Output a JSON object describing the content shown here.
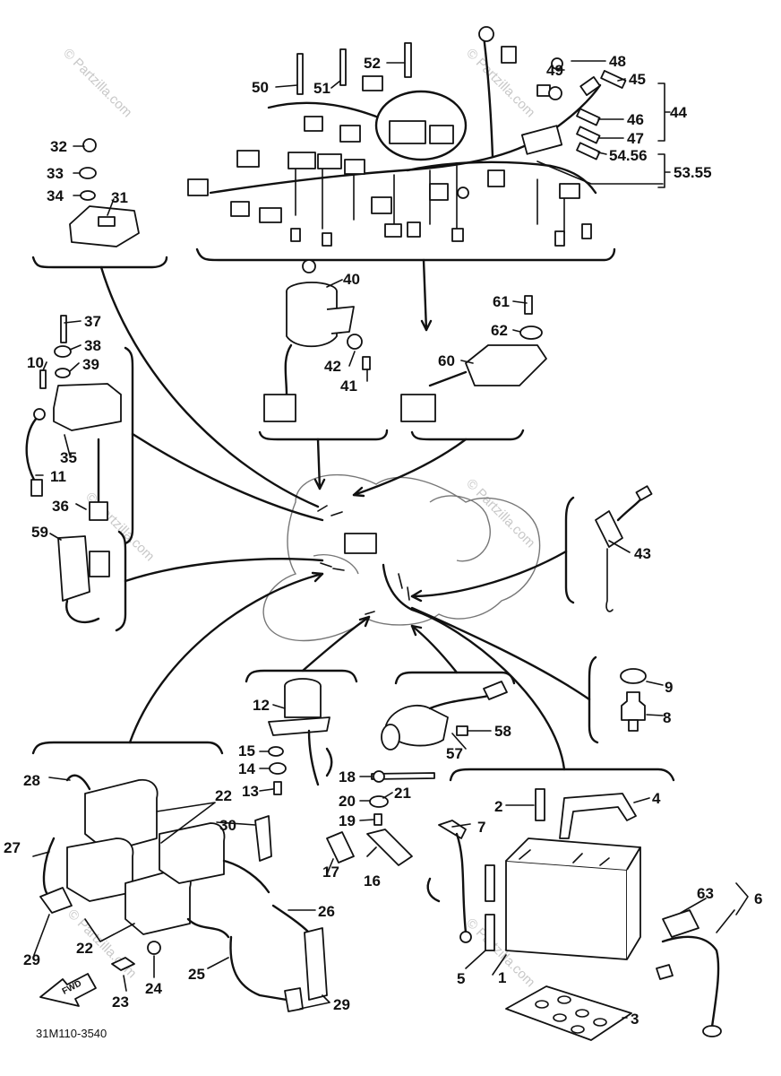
{
  "diagram": {
    "drawing_code": "31M110-3540",
    "forward_marker": "FWD",
    "watermark": "© Partzilla.com",
    "callouts": {
      "p1": "1",
      "p2": "2",
      "p3": "3",
      "p4": "4",
      "p5": "5",
      "p6": "6",
      "p7": "7",
      "p8": "8",
      "p9": "9",
      "p10": "10",
      "p11": "11",
      "p12": "12",
      "p13": "13",
      "p14": "14",
      "p15": "15",
      "p16": "16",
      "p17": "17",
      "p18": "18",
      "p19": "19",
      "p20": "20",
      "p21": "21",
      "p22a": "22",
      "p22b": "22",
      "p23": "23",
      "p24": "24",
      "p25": "25",
      "p26": "26",
      "p27": "27",
      "p28": "28",
      "p29a": "29",
      "p29b": "29",
      "p30": "30",
      "p31": "31",
      "p32": "32",
      "p33": "33",
      "p34": "34",
      "p35": "35",
      "p36": "36",
      "p37": "37",
      "p38": "38",
      "p39": "39",
      "p40": "40",
      "p41": "41",
      "p42": "42",
      "p43": "43",
      "p44": "44",
      "p45": "45",
      "p46": "46",
      "p47": "47",
      "p48": "48",
      "p49": "49",
      "p50": "50",
      "p51": "51",
      "p52": "52",
      "p53_55": "53.55",
      "p54_56": "54.56",
      "p57": "57",
      "p58": "58",
      "p59": "59",
      "p60": "60",
      "p61": "61",
      "p62": "62",
      "p63": "63"
    }
  }
}
